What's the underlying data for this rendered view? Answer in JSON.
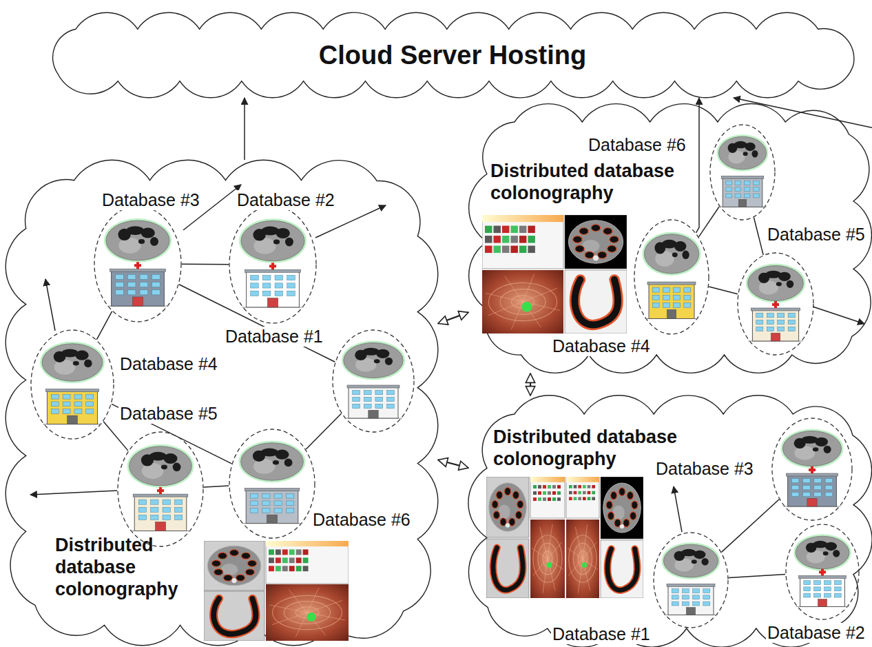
{
  "diagram": {
    "nodes": [
      {
        "text": [
          "Cloud Server Hosting"
        ]
      },
      {
        "text": [
          "Distributed database colonography"
        ]
      },
      {
        "text": [
          "Database #3"
        ],
        "in": 1
      },
      {
        "text": [
          "Database #2"
        ],
        "in": 1
      },
      {
        "text": [
          "Database #1"
        ],
        "in": 1
      },
      {
        "text": [
          "Database #4"
        ],
        "in": 1
      },
      {
        "text": [
          "Database #5"
        ],
        "in": 1
      },
      {
        "text": [
          "Database #6"
        ],
        "in": 1
      },
      {
        "text": [
          "Distributed database colonography"
        ]
      },
      {
        "text": [
          "Database #6"
        ],
        "in": 8
      },
      {
        "text": [
          "Database #4"
        ],
        "in": 8
      },
      {
        "text": [
          "Database #5"
        ],
        "in": 8
      },
      {
        "text": [
          "Distributed database colonography"
        ]
      },
      {
        "text": [
          "Database #3"
        ],
        "in": 12
      },
      {
        "text": [
          "Database #1"
        ],
        "in": 12
      },
      {
        "text": [
          "Database #2"
        ],
        "in": 12
      }
    ],
    "edges": [
      {
        "from": 1,
        "to": 0,
        "arrow": "to"
      },
      {
        "from": 10,
        "to": 0,
        "arrow": "to"
      },
      {
        "from": 8,
        "to": 0,
        "arrow": "to"
      },
      {
        "from": 1,
        "to": 8,
        "arrow": "both"
      },
      {
        "from": 1,
        "to": 12,
        "arrow": "both"
      },
      {
        "from": 8,
        "to": 12,
        "arrow": "both"
      },
      {
        "from": 2,
        "to": 3,
        "arrow": "none"
      },
      {
        "from": 2,
        "to": 4,
        "arrow": "none"
      },
      {
        "from": 5,
        "to": 2,
        "arrow": "none"
      },
      {
        "from": 5,
        "to": 7,
        "arrow": "none"
      },
      {
        "from": 5,
        "to": 6,
        "arrow": "none"
      },
      {
        "from": 6,
        "to": 7,
        "arrow": "none"
      },
      {
        "from": 7,
        "to": 4,
        "arrow": "none"
      },
      {
        "from": 9,
        "to": 10,
        "arrow": "none"
      },
      {
        "from": 10,
        "to": 11,
        "arrow": "none"
      },
      {
        "from": 9,
        "to": 11,
        "arrow": "none"
      },
      {
        "from": 14,
        "to": 13,
        "arrow": "none"
      },
      {
        "from": 14,
        "to": 15,
        "arrow": "none"
      }
    ]
  }
}
